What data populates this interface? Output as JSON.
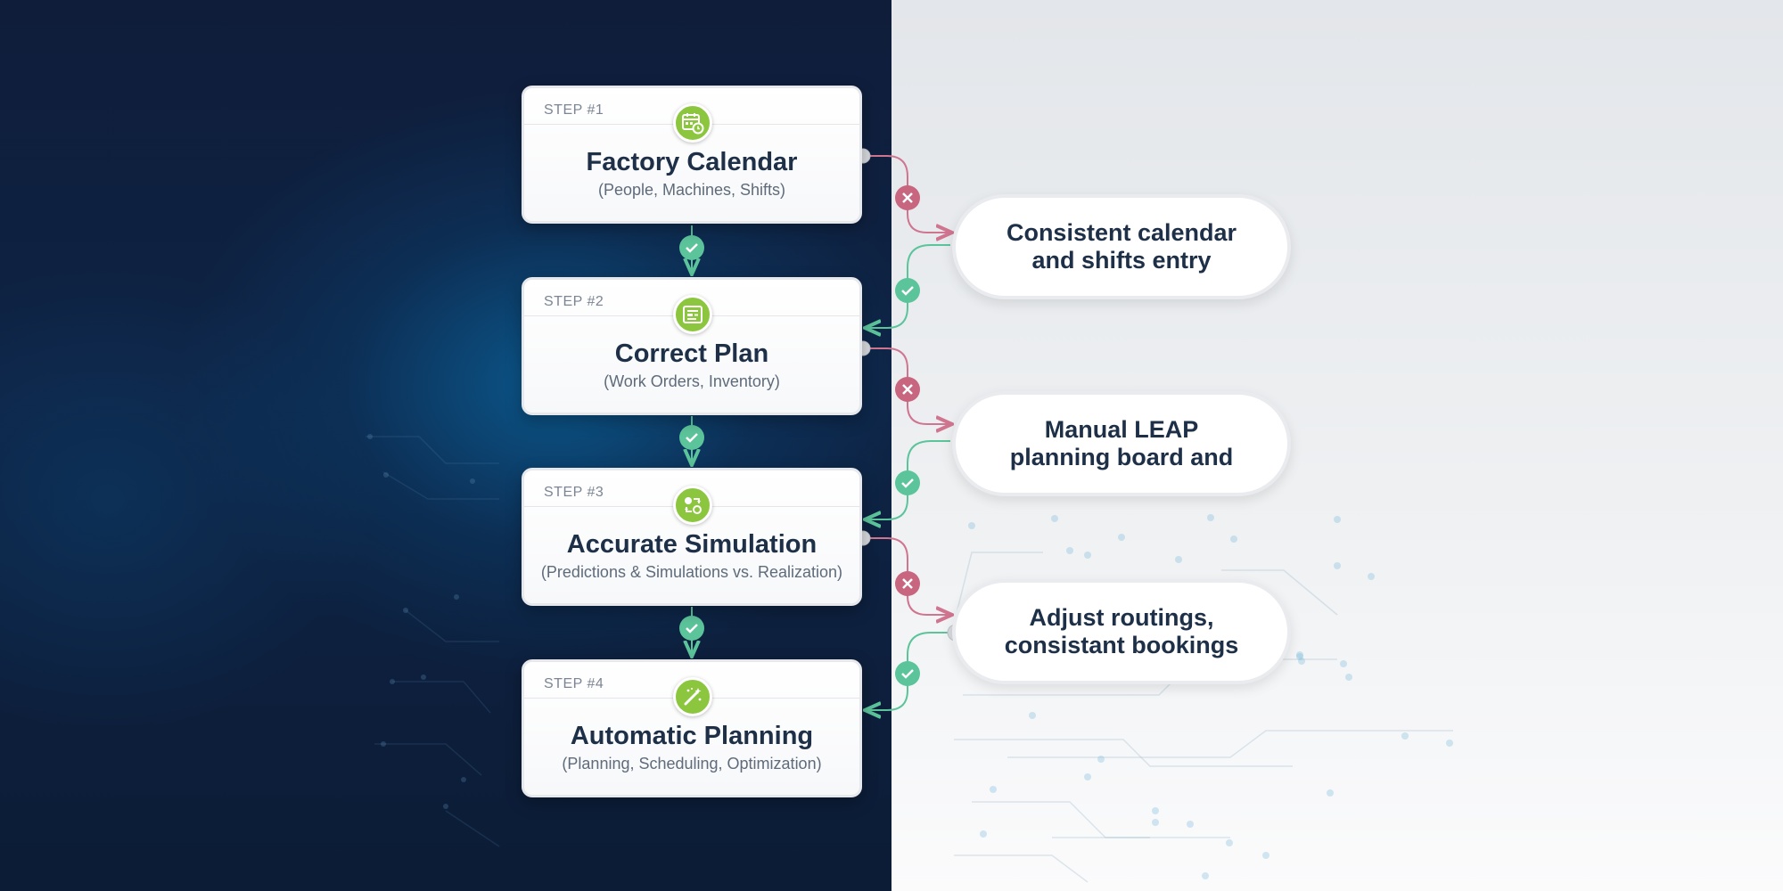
{
  "colors": {
    "success": "#5cc49b",
    "failure": "#c8657f",
    "icon_green": "#8cc63f",
    "text_dark": "#1e2f48",
    "text_muted": "#5f6b7a"
  },
  "steps": [
    {
      "label": "STEP #1",
      "title": "Factory Calendar",
      "subtitle": "(People, Machines, Shifts)",
      "icon": "calendar-clock-icon"
    },
    {
      "label": "STEP #2",
      "title": "Correct Plan",
      "subtitle": "(Work Orders, Inventory)",
      "icon": "plan-board-icon"
    },
    {
      "label": "STEP #3",
      "title": "Accurate Simulation",
      "subtitle": "(Predictions & Simulations vs. Realization)",
      "icon": "simulation-cycle-icon"
    },
    {
      "label": "STEP #4",
      "title": "Automatic Planning",
      "subtitle": "(Planning, Scheduling, Optimization)",
      "icon": "magic-wand-icon"
    }
  ],
  "remedies": [
    {
      "line1": "Consistent calendar",
      "line2": "and shifts entry"
    },
    {
      "line1": "Manual LEAP",
      "line2": "planning board and"
    },
    {
      "line1": "Adjust routings,",
      "line2": "consistant bookings"
    }
  ]
}
